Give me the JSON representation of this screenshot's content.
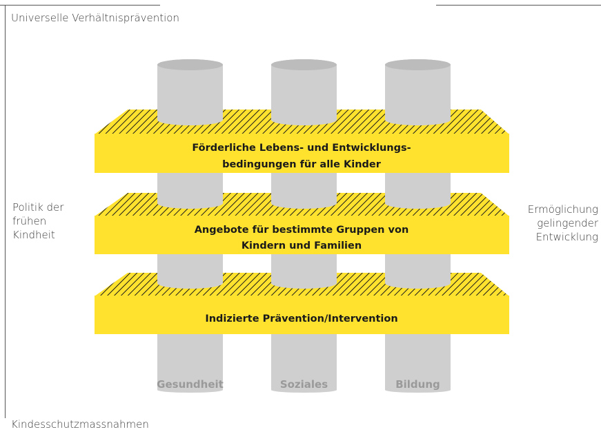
{
  "labels": {
    "top_left": "Universelle Verhältnisprävention",
    "left": [
      "Politik der",
      "frühen",
      "Kindheit"
    ],
    "right": [
      "Ermöglichung",
      "gelingender",
      "Entwicklung"
    ],
    "bottom_left": "Kindesschutzmassnahmen"
  },
  "tiers": [
    {
      "lines": [
        "Förderliche Lebens- und Entwicklungs-",
        "bedingungen für alle Kinder"
      ]
    },
    {
      "lines": [
        "Angebote für bestimmte Gruppen von",
        "Kindern und Familien"
      ]
    },
    {
      "lines": [
        "Indizierte Prävention/Intervention"
      ]
    }
  ],
  "pillars": [
    {
      "label": "Gesundheit"
    },
    {
      "label": "Soziales"
    },
    {
      "label": "Bildung"
    }
  ],
  "colors": {
    "tier_fill": "#ffe22e",
    "hatch_line": "#1a1a1a",
    "pillar_body": "#cfcfcf",
    "pillar_top": "#bcbcbc",
    "pillar_label": "#9a9a9a",
    "frame": "#555555"
  }
}
